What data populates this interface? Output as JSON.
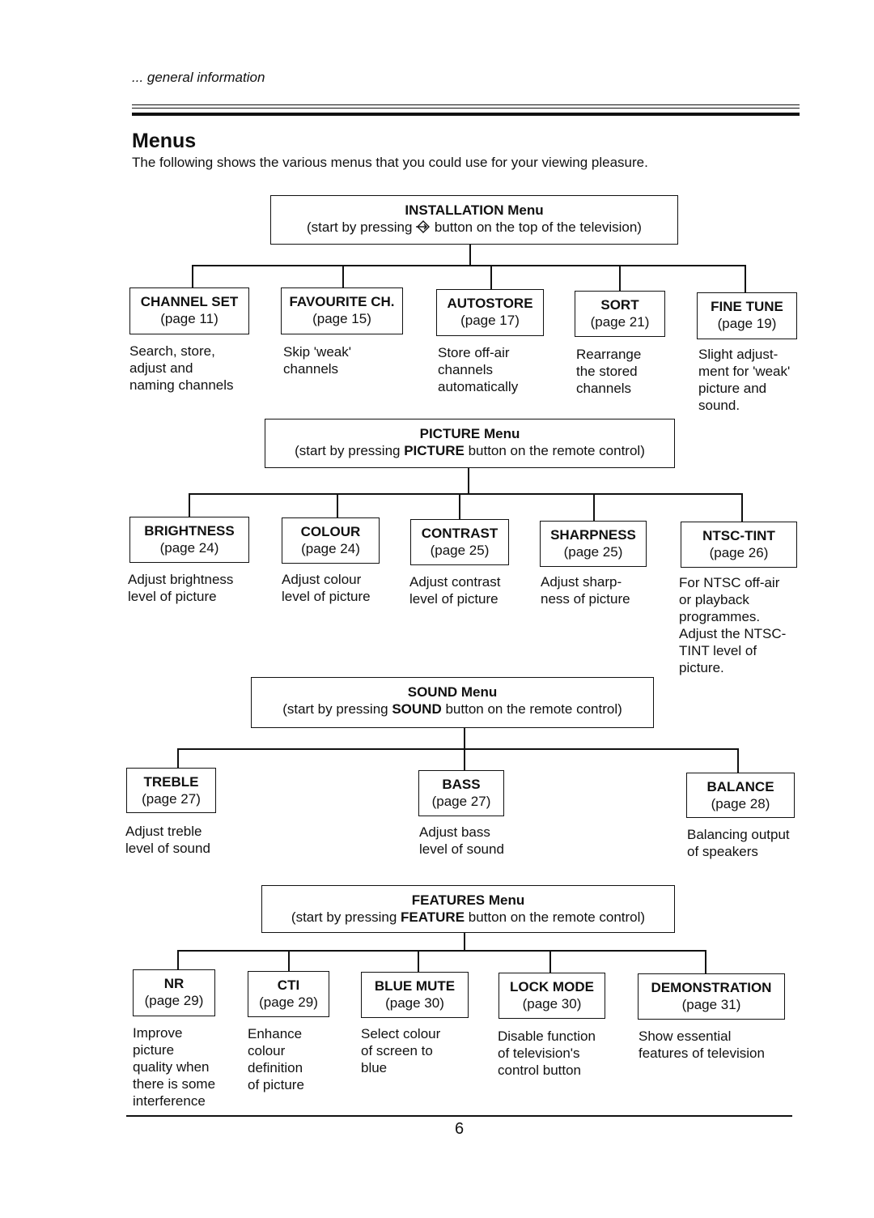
{
  "header": {
    "section": "... general information"
  },
  "title": "Menus",
  "intro": "The following shows the various menus that you could use for your viewing pleasure.",
  "installation": {
    "title": "INSTALLATION Menu",
    "instruction_pre": "(start by pressing ",
    "instruction_post": " button on the top of the television)",
    "items": [
      {
        "name": "CHANNEL SET",
        "page": "(page 11)",
        "desc": "Search, store,\nadjust and\nnaming channels"
      },
      {
        "name": "FAVOURITE CH.",
        "page": "(page 15)",
        "desc": "Skip 'weak'\nchannels"
      },
      {
        "name": "AUTOSTORE",
        "page": "(page 17)",
        "desc": "Store off-air\nchannels\nautomatically"
      },
      {
        "name": "SORT",
        "page": "(page 21)",
        "desc": "Rearrange\nthe stored\nchannels"
      },
      {
        "name": "FINE TUNE",
        "page": "(page 19)",
        "desc": "Slight adjust-\nment for 'weak'\npicture and\nsound."
      }
    ]
  },
  "picture": {
    "title": "PICTURE Menu",
    "instruction_pre": "(start by pressing ",
    "button": "PICTURE",
    "instruction_post": " button on the remote control)",
    "items": [
      {
        "name": "BRIGHTNESS",
        "page": "(page 24)",
        "desc": "Adjust brightness\nlevel of picture"
      },
      {
        "name": "COLOUR",
        "page": "(page 24)",
        "desc": "Adjust colour\nlevel of picture"
      },
      {
        "name": "CONTRAST",
        "page": "(page 25)",
        "desc": "Adjust contrast\nlevel of picture"
      },
      {
        "name": "SHARPNESS",
        "page": "(page 25)",
        "desc": "Adjust sharp-\nness of picture"
      },
      {
        "name": "NTSC-TINT",
        "page": "(page 26)",
        "desc": "For NTSC off-air\nor playback\nprogrammes.\nAdjust the NTSC-\nTINT level of\npicture."
      }
    ]
  },
  "sound": {
    "title": "SOUND Menu",
    "instruction_pre": "(start by pressing ",
    "button": "SOUND",
    "instruction_post": " button on the remote control)",
    "items": [
      {
        "name": "TREBLE",
        "page": "(page 27)",
        "desc": "Adjust treble\nlevel of sound"
      },
      {
        "name": "BASS",
        "page": "(page 27)",
        "desc": "Adjust bass\nlevel of sound"
      },
      {
        "name": "BALANCE",
        "page": "(page 28)",
        "desc": "Balancing output\nof speakers"
      }
    ]
  },
  "features": {
    "title": "FEATURES Menu",
    "instruction_pre": "(start by pressing ",
    "button": "FEATURE",
    "instruction_post": " button on the remote control)",
    "items": [
      {
        "name": "NR",
        "page": "(page 29)",
        "desc": "Improve\npicture\nquality when\nthere is some\ninterference"
      },
      {
        "name": "CTI",
        "page": "(page 29)",
        "desc": "Enhance\ncolour\ndefinition\nof picture"
      },
      {
        "name": "BLUE MUTE",
        "page": "(page 30)",
        "desc": "Select colour\nof screen to\nblue"
      },
      {
        "name": "LOCK MODE",
        "page": "(page 30)",
        "desc": "Disable function\nof television's\ncontrol button"
      },
      {
        "name": "DEMONSTRATION",
        "page": "(page 31)",
        "desc": "Show essential\nfeatures of television"
      }
    ]
  },
  "page_number": "6"
}
